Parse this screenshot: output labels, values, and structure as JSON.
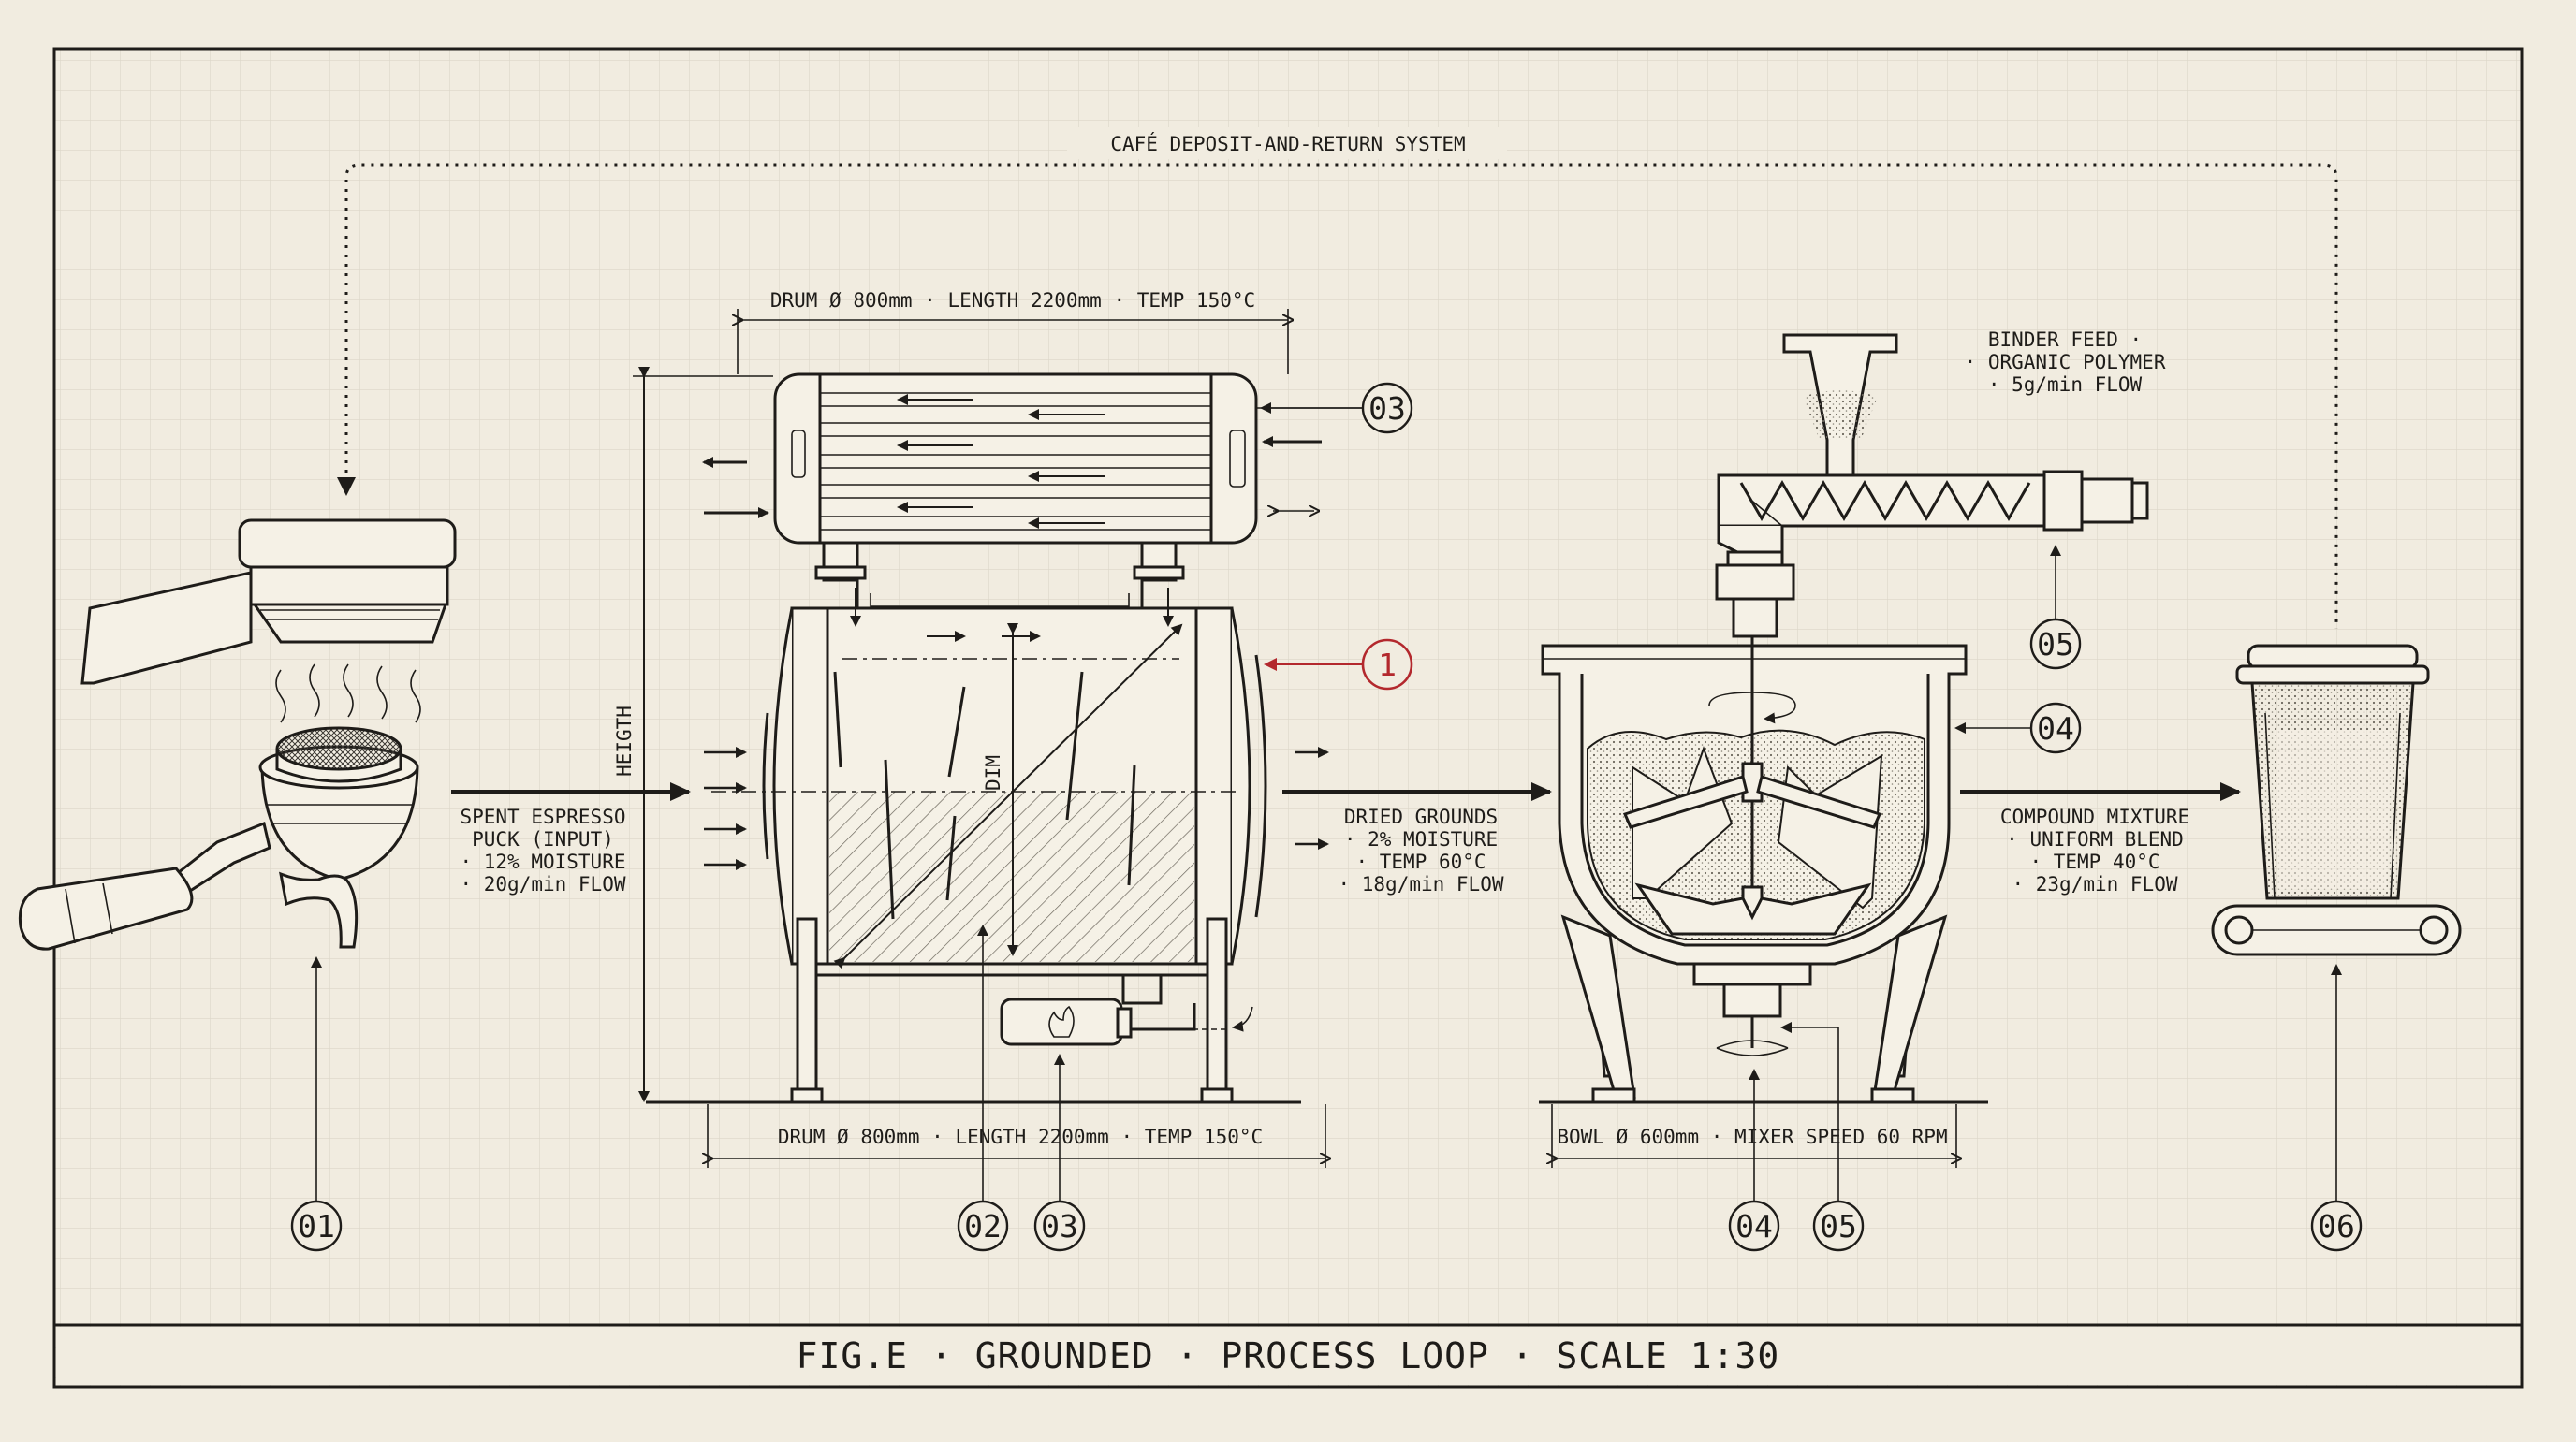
{
  "diagram": {
    "top_loop_label": "CAFÉ DEPOSIT-AND-RETURN SYSTEM",
    "heat_exchanger_dim": "DRUM Ø 800mm · LENGTH 2200mm · TEMP 150°C",
    "bottom_dim_dryer": "DRUM Ø 800mm · LENGTH 2200mm · TEMP 150°C",
    "bottom_dim_mixer": "BOWL Ø 600mm · MIXER SPEED 60 RPM",
    "height_label": "HEIGTH",
    "diameter_label": "DIM",
    "stage_input": [
      "SPENT ESPRESSO",
      "PUCK (INPUT)",
      "· 12% MOISTURE",
      "· 20g/min FLOW"
    ],
    "stage_dried": [
      "DRIED GROUNDS",
      "· 2% MOISTURE",
      "· TEMP 60°C",
      "· 18g/min FLOW"
    ],
    "stage_compound": [
      "COMPOUND MIXTURE",
      "· UNIFORM BLEND",
      "· TEMP 40°C",
      "· 23g/min FLOW"
    ],
    "binder_feed": [
      "BINDER FEED ·",
      "· ORGANIC POLYMER",
      "· 5g/min FLOW"
    ],
    "callouts": {
      "c01": "01",
      "c02": "02",
      "c03_bottom": "03",
      "c03_top": "03",
      "c1_red": "1",
      "c04_side": "04",
      "c05_top": "05",
      "c04_bottom": "04",
      "c05_bottom": "05",
      "c06": "06"
    },
    "footer": "FIG.E · GROUNDED · PROCESS LOOP · SCALE 1:30",
    "colors": {
      "ink": "#1e1c19",
      "paper": "#f1ece0",
      "grid": "#d9d3c5",
      "accent_red": "#b3282d"
    }
  }
}
